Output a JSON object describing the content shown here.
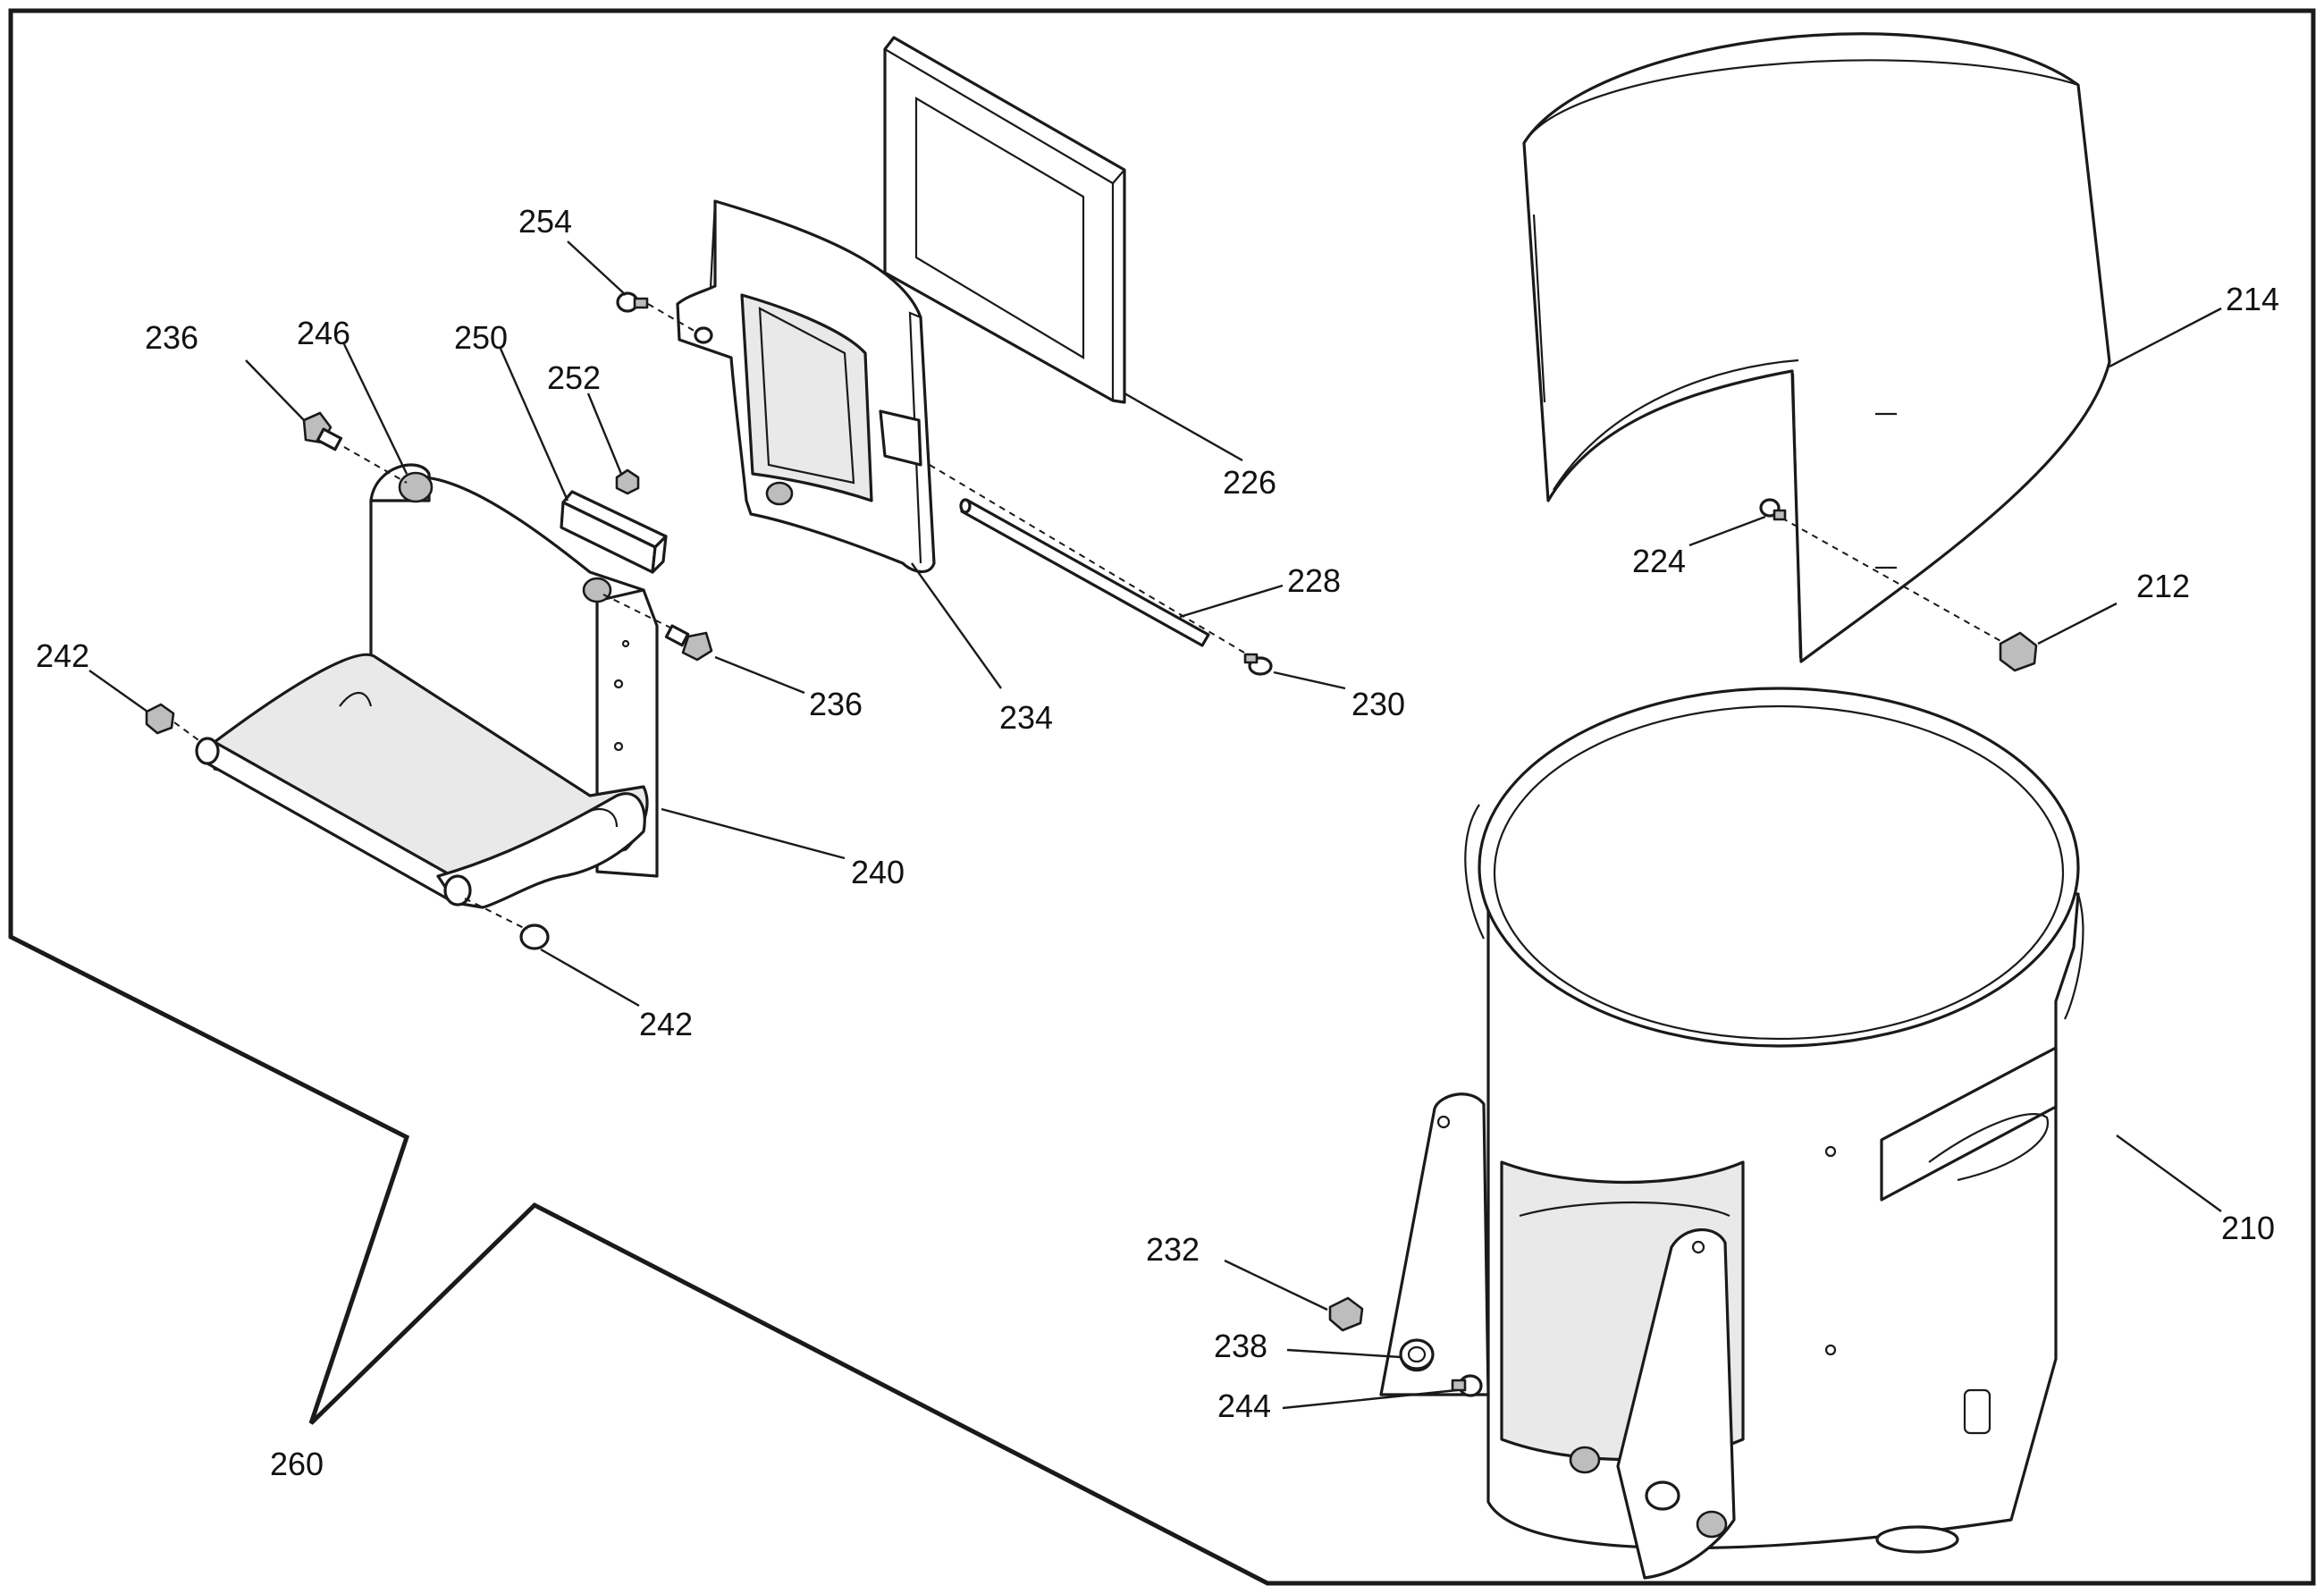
{
  "callouts": {
    "c210": "210",
    "c212": "212",
    "c214": "214",
    "c224": "224",
    "c226": "226",
    "c228": "228",
    "c230": "230",
    "c232": "232",
    "c234": "234",
    "c236a": "236",
    "c236b": "236",
    "c238": "238",
    "c240": "240",
    "c242a": "242",
    "c242b": "242",
    "c244": "244",
    "c246": "246",
    "c250": "250",
    "c252": "252",
    "c254": "254",
    "c260": "260"
  }
}
